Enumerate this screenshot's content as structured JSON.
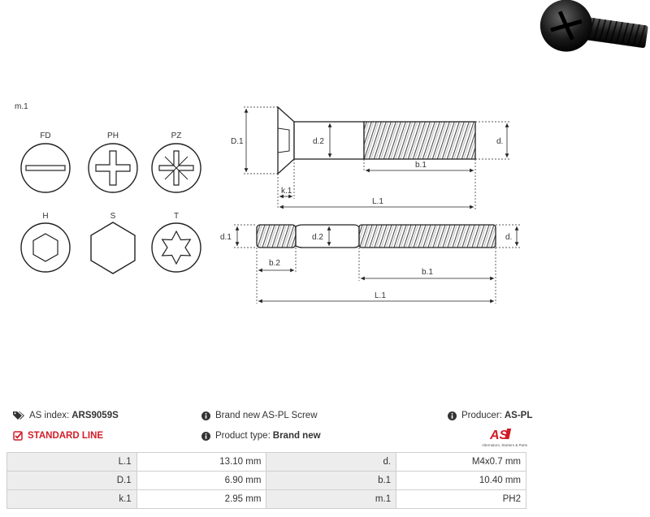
{
  "drive_types": {
    "section_label": "m.1",
    "fd": "FD",
    "ph": "PH",
    "pz": "PZ",
    "h": "H",
    "s": "S",
    "t": "T"
  },
  "diagram": {
    "top": {
      "D1": "D.1",
      "d2": "d.2",
      "d": "d.",
      "b1": "b.1",
      "k1": "k.1",
      "L1": "L.1"
    },
    "bottom": {
      "d1": "d.1",
      "d2": "d.2",
      "d": "d.",
      "b2": "b.2",
      "b1": "b.1",
      "L1": "L.1"
    }
  },
  "info": {
    "as_index_label": "AS index:",
    "as_index_value": "ARS9059S",
    "standard_line": "STANDARD LINE",
    "description": "Brand new AS-PL Screw",
    "product_type_label": "Product type:",
    "product_type_value": "Brand new",
    "producer_label": "Producer:",
    "producer_value": "AS-PL"
  },
  "logo": {
    "text": "AS",
    "tagline": "Alternators, Starters & Parts"
  },
  "specs": [
    [
      "L.1",
      "13.10 mm",
      "d.",
      "M4x0.7 mm"
    ],
    [
      "D.1",
      "6.90 mm",
      "b.1",
      "10.40 mm"
    ],
    [
      "k.1",
      "2.95 mm",
      "m.1",
      "PH2"
    ]
  ],
  "colors": {
    "accent": "#d21c28",
    "label_bg": "#ededed",
    "line": "#333333"
  }
}
